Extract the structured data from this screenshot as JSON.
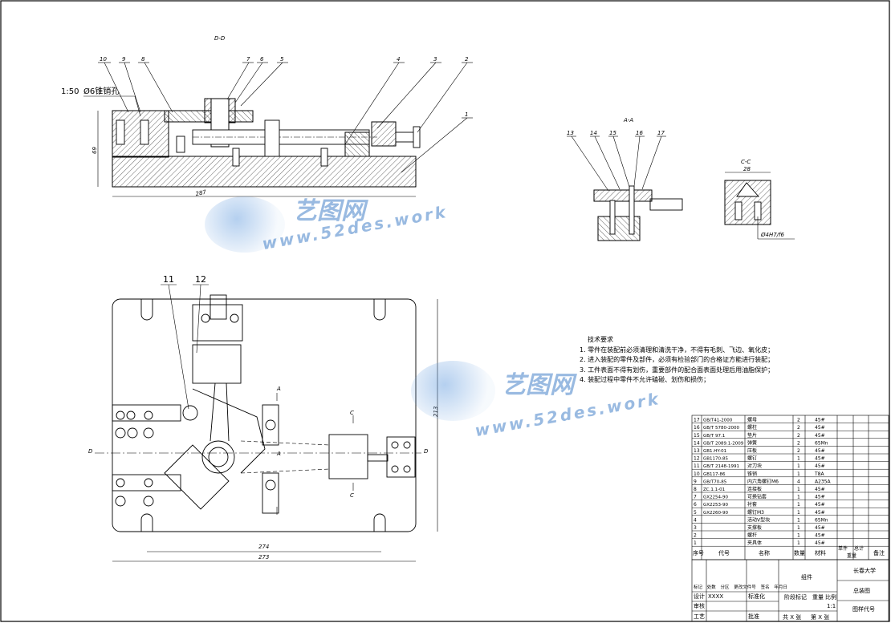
{
  "drawing": {
    "section_dd": "D-D",
    "section_aa": "A-A",
    "section_cc": "C-C",
    "scale_note": "1:50",
    "pin_note": "Ø6锥销孔",
    "dim_height": "69",
    "dim_length_top": "287",
    "dim_cc_width": "28",
    "fit_note": "Ø4H7/f6",
    "dim_plan_inner": "274",
    "dim_plan_outer": "273",
    "dim_plan_height": "213",
    "balloons_dd": [
      "10",
      "9",
      "8",
      "7",
      "6",
      "5",
      "4",
      "3",
      "2",
      "1"
    ],
    "balloons_aa": [
      "13",
      "14",
      "15",
      "16",
      "17"
    ],
    "balloons_plan": [
      "11",
      "12"
    ],
    "section_marks": [
      "A",
      "A",
      "C",
      "C",
      "D",
      "D"
    ]
  },
  "tech_requirements": {
    "title": "技术要求",
    "items": [
      "1. 零件在装配前必须清理和清洗干净，不得有毛刺、飞边、氧化皮；",
      "2. 进入装配的零件及部件，必须有检验部门的合格证方能进行装配；",
      "3. 工件表面不得有划伤，重要部件的配合面表面处理后用油脂保护；",
      "4. 装配过程中零件不允许磕碰、划伤和损伤；"
    ]
  },
  "watermark": {
    "brand": "艺图网",
    "url": "www.52des.work"
  },
  "bom": {
    "rows": [
      {
        "no": "17",
        "code": "GB/T41-2000",
        "name": "螺母",
        "qty": "2",
        "mat": "45#"
      },
      {
        "no": "16",
        "code": "GB/T 5780-2000",
        "name": "螺柱",
        "qty": "2",
        "mat": "45#"
      },
      {
        "no": "15",
        "code": "GB/T 97.1",
        "name": "垫片",
        "qty": "2",
        "mat": "45#"
      },
      {
        "no": "14",
        "code": "GB/T 2089.1-2009",
        "name": "弹簧",
        "qty": "2",
        "mat": "65Mn"
      },
      {
        "no": "13",
        "code": "GB1.HY-01",
        "name": "压板",
        "qty": "2",
        "mat": "45#"
      },
      {
        "no": "12",
        "code": "GB1170-85",
        "name": "螺钉",
        "qty": "1",
        "mat": "45#"
      },
      {
        "no": "11",
        "code": "GB/T 2148-1991",
        "name": "对刀块",
        "qty": "1",
        "mat": "45#"
      },
      {
        "no": "10",
        "code": "GB117-86",
        "name": "锥销",
        "qty": "1",
        "mat": "T8A"
      },
      {
        "no": "9",
        "code": "GB/T70-85",
        "name": "内六角螺钉M6",
        "qty": "4",
        "mat": "A235A"
      },
      {
        "no": "8",
        "code": "ZC.1.1-01",
        "name": "连接板",
        "qty": "1",
        "mat": "45#"
      },
      {
        "no": "7",
        "code": "GX2254-90",
        "name": "可换钻套",
        "qty": "1",
        "mat": "45#"
      },
      {
        "no": "6",
        "code": "GX2253-90",
        "name": "衬套",
        "qty": "1",
        "mat": "45#"
      },
      {
        "no": "5",
        "code": "GX2260-90",
        "name": "螺钉M3",
        "qty": "1",
        "mat": "45#"
      },
      {
        "no": "4",
        "code": "",
        "name": "活动V型块",
        "qty": "1",
        "mat": "65Mn"
      },
      {
        "no": "3",
        "code": "",
        "name": "支撑板",
        "qty": "1",
        "mat": "45#"
      },
      {
        "no": "2",
        "code": "",
        "name": "螺杆",
        "qty": "1",
        "mat": "45#"
      },
      {
        "no": "1",
        "code": "",
        "name": "夹具体",
        "qty": "1",
        "mat": "45#"
      }
    ],
    "header": {
      "no": "序号",
      "code": "代号",
      "name": "名称",
      "qty": "数量",
      "mat": "材料",
      "single": "单件",
      "total": "总计",
      "weight": "重量",
      "remark": "备注"
    }
  },
  "title_block": {
    "school": "长春大学",
    "assembly": "组件",
    "drawing_name": "总装图",
    "scale": "1:1",
    "drawing_no_label": "图样代号",
    "row_labels": [
      "标记",
      "处数",
      "分区",
      "更改文件号",
      "签名",
      "年月日"
    ],
    "design": "设计",
    "design_code": "XXXX",
    "std": "标准化",
    "check": "审核",
    "process": "工艺",
    "approve": "批准",
    "stage": "阶段标记",
    "weight": "重量",
    "ratio": "比例",
    "sheets_total": "共 X 张",
    "sheet_no": "第 X 张"
  }
}
